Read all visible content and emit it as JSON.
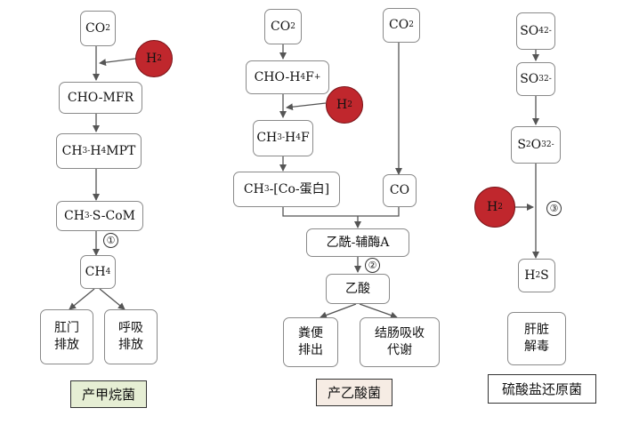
{
  "col1": {
    "co2": "CO2",
    "h2": "H2",
    "cho_mfr": "CHO-MFR",
    "ch3_h4mpt": "CH3-H4MPT",
    "ch3_s_com": "CH3-S-CoM",
    "step_mark": "①",
    "ch4": "CH4",
    "out_left": "肛门\n排放",
    "out_right": "呼吸\n排放",
    "label": "产甲烷菌",
    "label_color": "#e6eed4"
  },
  "col2": {
    "co2_left": "CO2",
    "co2_right": "CO2",
    "cho_h4f": "CHO-H4F+",
    "h2": "H2",
    "ch3_h4f": "CH3-H4F",
    "ch3_co_protein": "CH3-[Co-蛋白]",
    "co": "CO",
    "acetyl_coa": "乙酰-辅酶A",
    "step_mark": "②",
    "acetic_acid": "乙酸",
    "out_left": "粪便\n排出",
    "out_right": "结肠吸收\n代谢",
    "label": "产乙酸菌",
    "label_color": "#f6ece4"
  },
  "col3": {
    "so4": "SO42-",
    "so3": "SO32-",
    "s2o3": "S2O32-",
    "h2": "H2",
    "step_mark": "③",
    "h2s": "H2S",
    "out": "肝脏\n解毒",
    "label": "硫酸盐还原菌",
    "label_color": "#ffffff"
  },
  "colors": {
    "h2_fill": "#c0272d",
    "arrow": "#555555",
    "box_border": "#8a8a8a"
  }
}
